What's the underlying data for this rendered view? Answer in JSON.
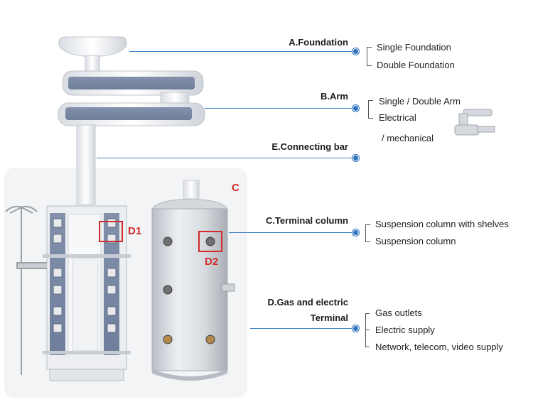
{
  "sections": {
    "foundation": {
      "title": "A.Foundation",
      "options": [
        "Single Foundation",
        "Double Foundation"
      ]
    },
    "arm": {
      "title": "B.Arm",
      "options": [
        "Single / Double Arm",
        "Electrical",
        "/ mechanical"
      ]
    },
    "connecting_bar": {
      "title": "E.Connecting bar"
    },
    "terminal_column": {
      "title": "C.Terminal column",
      "options": [
        "Suspension column with shelves",
        "Suspension column"
      ]
    },
    "gas_electric": {
      "title_line1": "D.Gas and electric",
      "title_line2": "Terminal",
      "options": [
        "Gas outlets",
        "Electric supply",
        "Network, telecom, video supply"
      ]
    }
  },
  "markers": {
    "c": "C",
    "d1": "D1",
    "d2": "D2"
  },
  "colors": {
    "leader": "#2f74bd",
    "marker": "#d12b2b",
    "panel": "#f3f4f6"
  }
}
